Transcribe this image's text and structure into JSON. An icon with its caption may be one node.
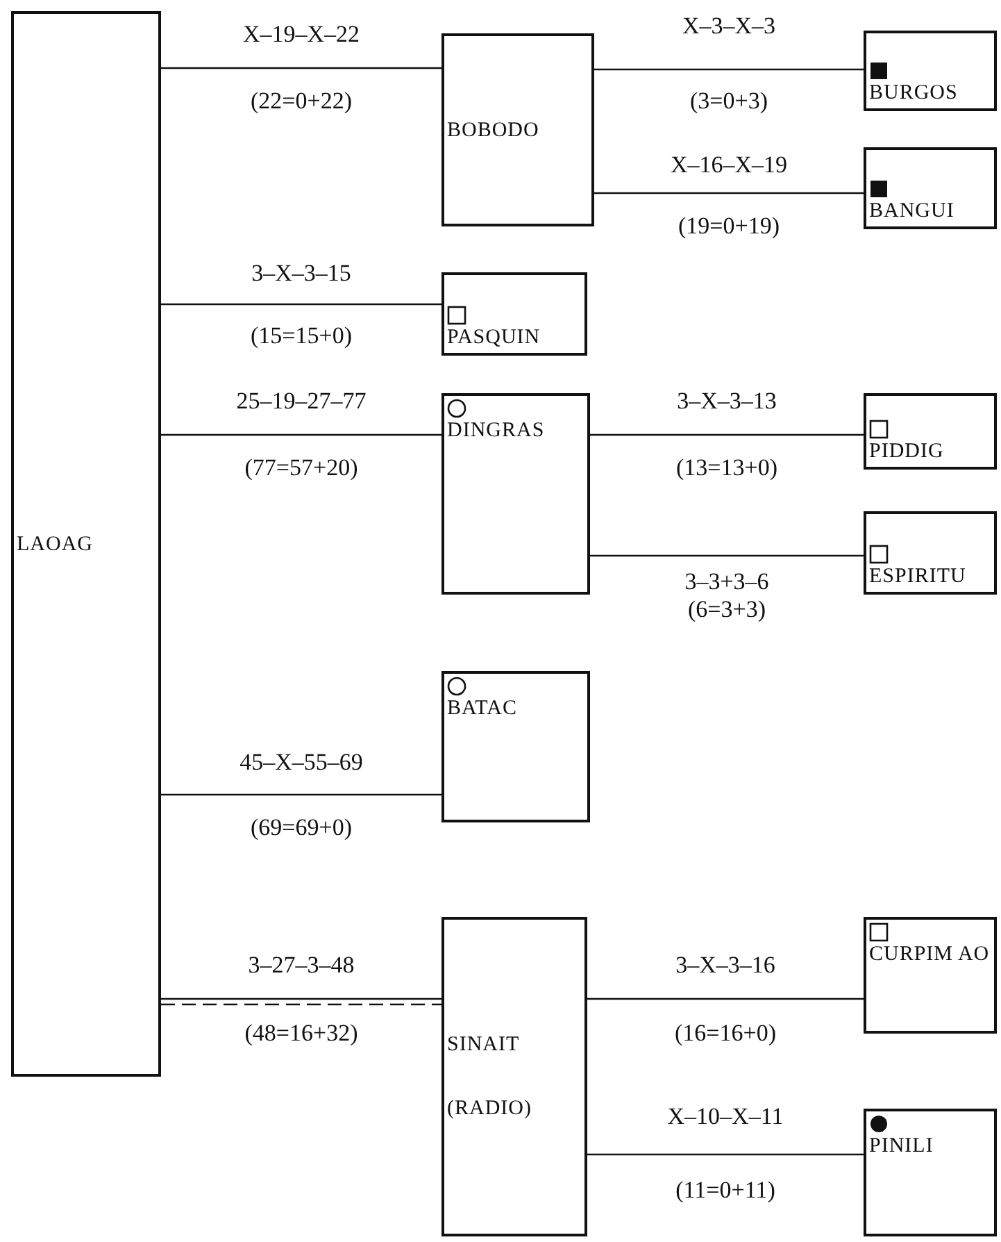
{
  "diagram": {
    "nodes": [
      {
        "text": [
          "LAOAG"
        ]
      },
      {
        "text": [
          "BOBODO"
        ]
      },
      {
        "text": [
          "BURGOS"
        ]
      },
      {
        "text": [
          "BANGUI"
        ]
      },
      {
        "text": [
          "PASQUIN"
        ]
      },
      {
        "text": [
          "DINGRAS"
        ]
      },
      {
        "text": [
          "PIDDIG"
        ]
      },
      {
        "text": [
          "ESPIRITU"
        ]
      },
      {
        "text": [
          "BATAC"
        ]
      },
      {
        "text": [
          "SINAIT",
          "(RADIO)"
        ]
      },
      {
        "text": [
          "CURPIM AO"
        ]
      },
      {
        "text": [
          "PINILI"
        ]
      }
    ],
    "edges": [
      {
        "from": 0,
        "to": 1,
        "arrow": "none",
        "label": "X–19–X–22"
      },
      {
        "from": 1,
        "to": 2,
        "arrow": "none",
        "label": "X–3–X–3"
      },
      {
        "from": 1,
        "to": 3,
        "arrow": "none",
        "label": "X–16–X–19"
      },
      {
        "from": 0,
        "to": 4,
        "arrow": "none",
        "label": "3–X–3–15"
      },
      {
        "from": 0,
        "to": 5,
        "arrow": "none",
        "label": "25–19–27–77"
      },
      {
        "from": 5,
        "to": 6,
        "arrow": "none",
        "label": "3–X–3–13"
      },
      {
        "from": 5,
        "to": 7,
        "arrow": "none",
        "label": "3–3+3–6"
      },
      {
        "from": 0,
        "to": 8,
        "arrow": "none",
        "label": "45–X–55–69"
      },
      {
        "from": 0,
        "to": 9,
        "arrow": "none",
        "label": "3–27–3–48",
        "style": "dashed"
      },
      {
        "from": 9,
        "to": 10,
        "arrow": "none",
        "label": "3–X–3–16"
      },
      {
        "from": 9,
        "to": 11,
        "arrow": "none",
        "label": "X–10–X–11"
      }
    ],
    "labels": [
      "(22=0+22)",
      "(3=0+3)",
      "(19=0+19)",
      "(15=15+0)",
      "(77=57+20)",
      "(13=13+0)",
      "(6=3+3)",
      "(69=69+0)",
      "(48=16+32)",
      "(16=16+0)",
      "(11=0+11)"
    ]
  }
}
